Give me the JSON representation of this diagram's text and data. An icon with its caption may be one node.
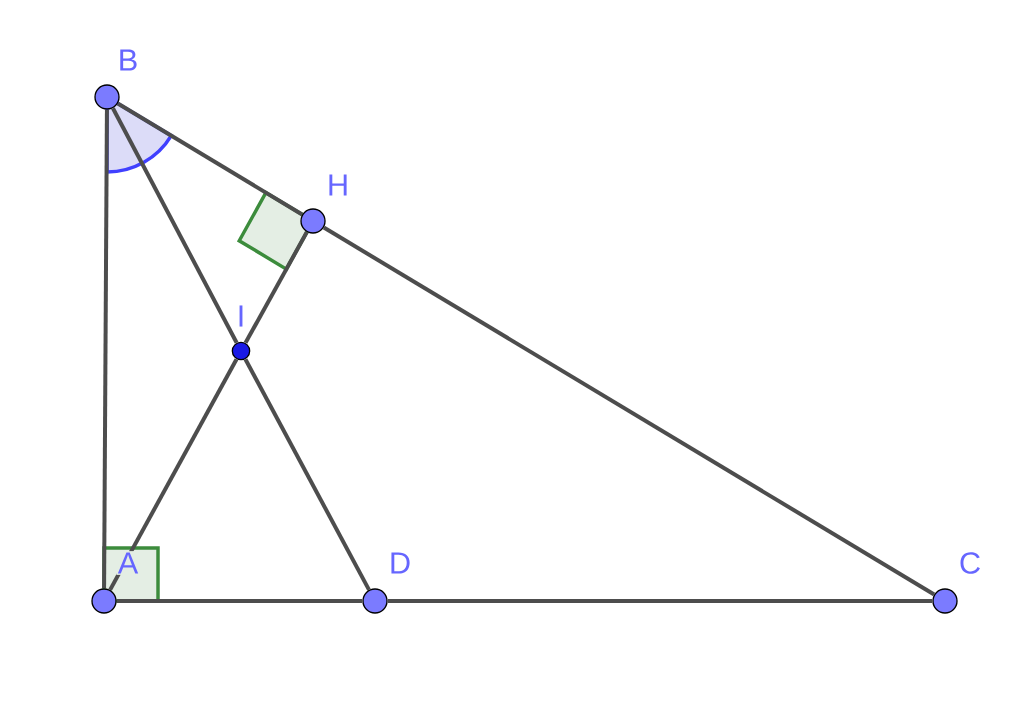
{
  "diagram": {
    "nodes": [
      {
        "text": [],
        "shape": "circle",
        "beside": [
          "B"
        ]
      },
      {
        "text": [],
        "shape": "circle",
        "beside": [
          "H"
        ]
      },
      {
        "text": [],
        "shape": "circle",
        "beside": [
          "I"
        ]
      },
      {
        "text": [],
        "shape": "circle",
        "beside": [
          "A"
        ]
      },
      {
        "text": [],
        "shape": "circle",
        "beside": [
          "D"
        ]
      },
      {
        "text": [],
        "shape": "circle",
        "beside": [
          "C"
        ]
      }
    ],
    "edges": [
      {
        "from": 0,
        "to": 3,
        "arrow": "none"
      },
      {
        "from": 0,
        "to": 1,
        "arrow": "none"
      },
      {
        "from": 1,
        "to": 5,
        "arrow": "none"
      },
      {
        "from": 3,
        "to": 4,
        "arrow": "none"
      },
      {
        "from": 4,
        "to": 5,
        "arrow": "none"
      },
      {
        "from": 0,
        "to": 2,
        "arrow": "none"
      },
      {
        "from": 2,
        "to": 4,
        "arrow": "none"
      },
      {
        "from": 3,
        "to": 2,
        "arrow": "none"
      },
      {
        "from": 2,
        "to": 1,
        "arrow": "none"
      }
    ]
  }
}
